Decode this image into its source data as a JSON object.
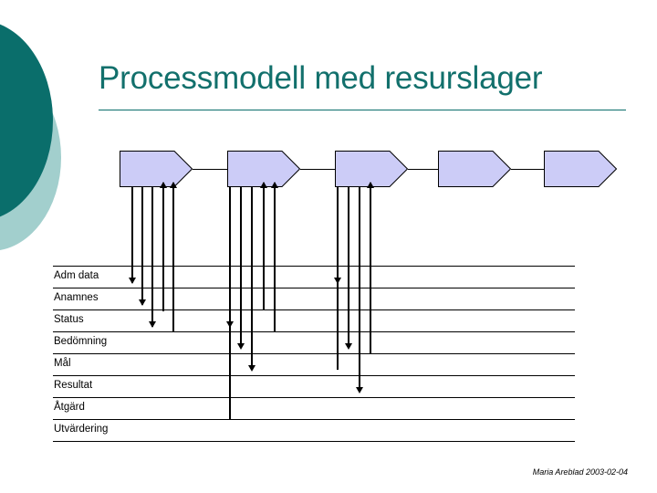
{
  "slide": {
    "title": "Processmodell med resurslager",
    "footer": "Maria Areblad 2003-02-04",
    "colors": {
      "title_teal": "#12706c",
      "circle_dark": "#0a6e6b",
      "circle_light": "#a2cfcd",
      "chevron_fill": "#ccccf7",
      "chevron_stroke": "#000000",
      "background": "#ffffff"
    }
  },
  "process": {
    "steps": [
      {
        "index": 1,
        "label": "",
        "has_inputs": true
      },
      {
        "index": 2,
        "label": "",
        "has_inputs": true
      },
      {
        "index": 3,
        "label": "",
        "has_inputs": true
      },
      {
        "index": 4,
        "label": "",
        "has_inputs": false
      },
      {
        "index": 5,
        "label": "",
        "has_inputs": false
      }
    ]
  },
  "resource_store": {
    "rows": [
      {
        "label": "Adm data"
      },
      {
        "label": "Anamnes"
      },
      {
        "label": "Status"
      },
      {
        "label": "Bedömning"
      },
      {
        "label": "Mål"
      },
      {
        "label": "Resultat"
      },
      {
        "label": "Åtgärd"
      },
      {
        "label": "Utvärdering"
      }
    ]
  }
}
